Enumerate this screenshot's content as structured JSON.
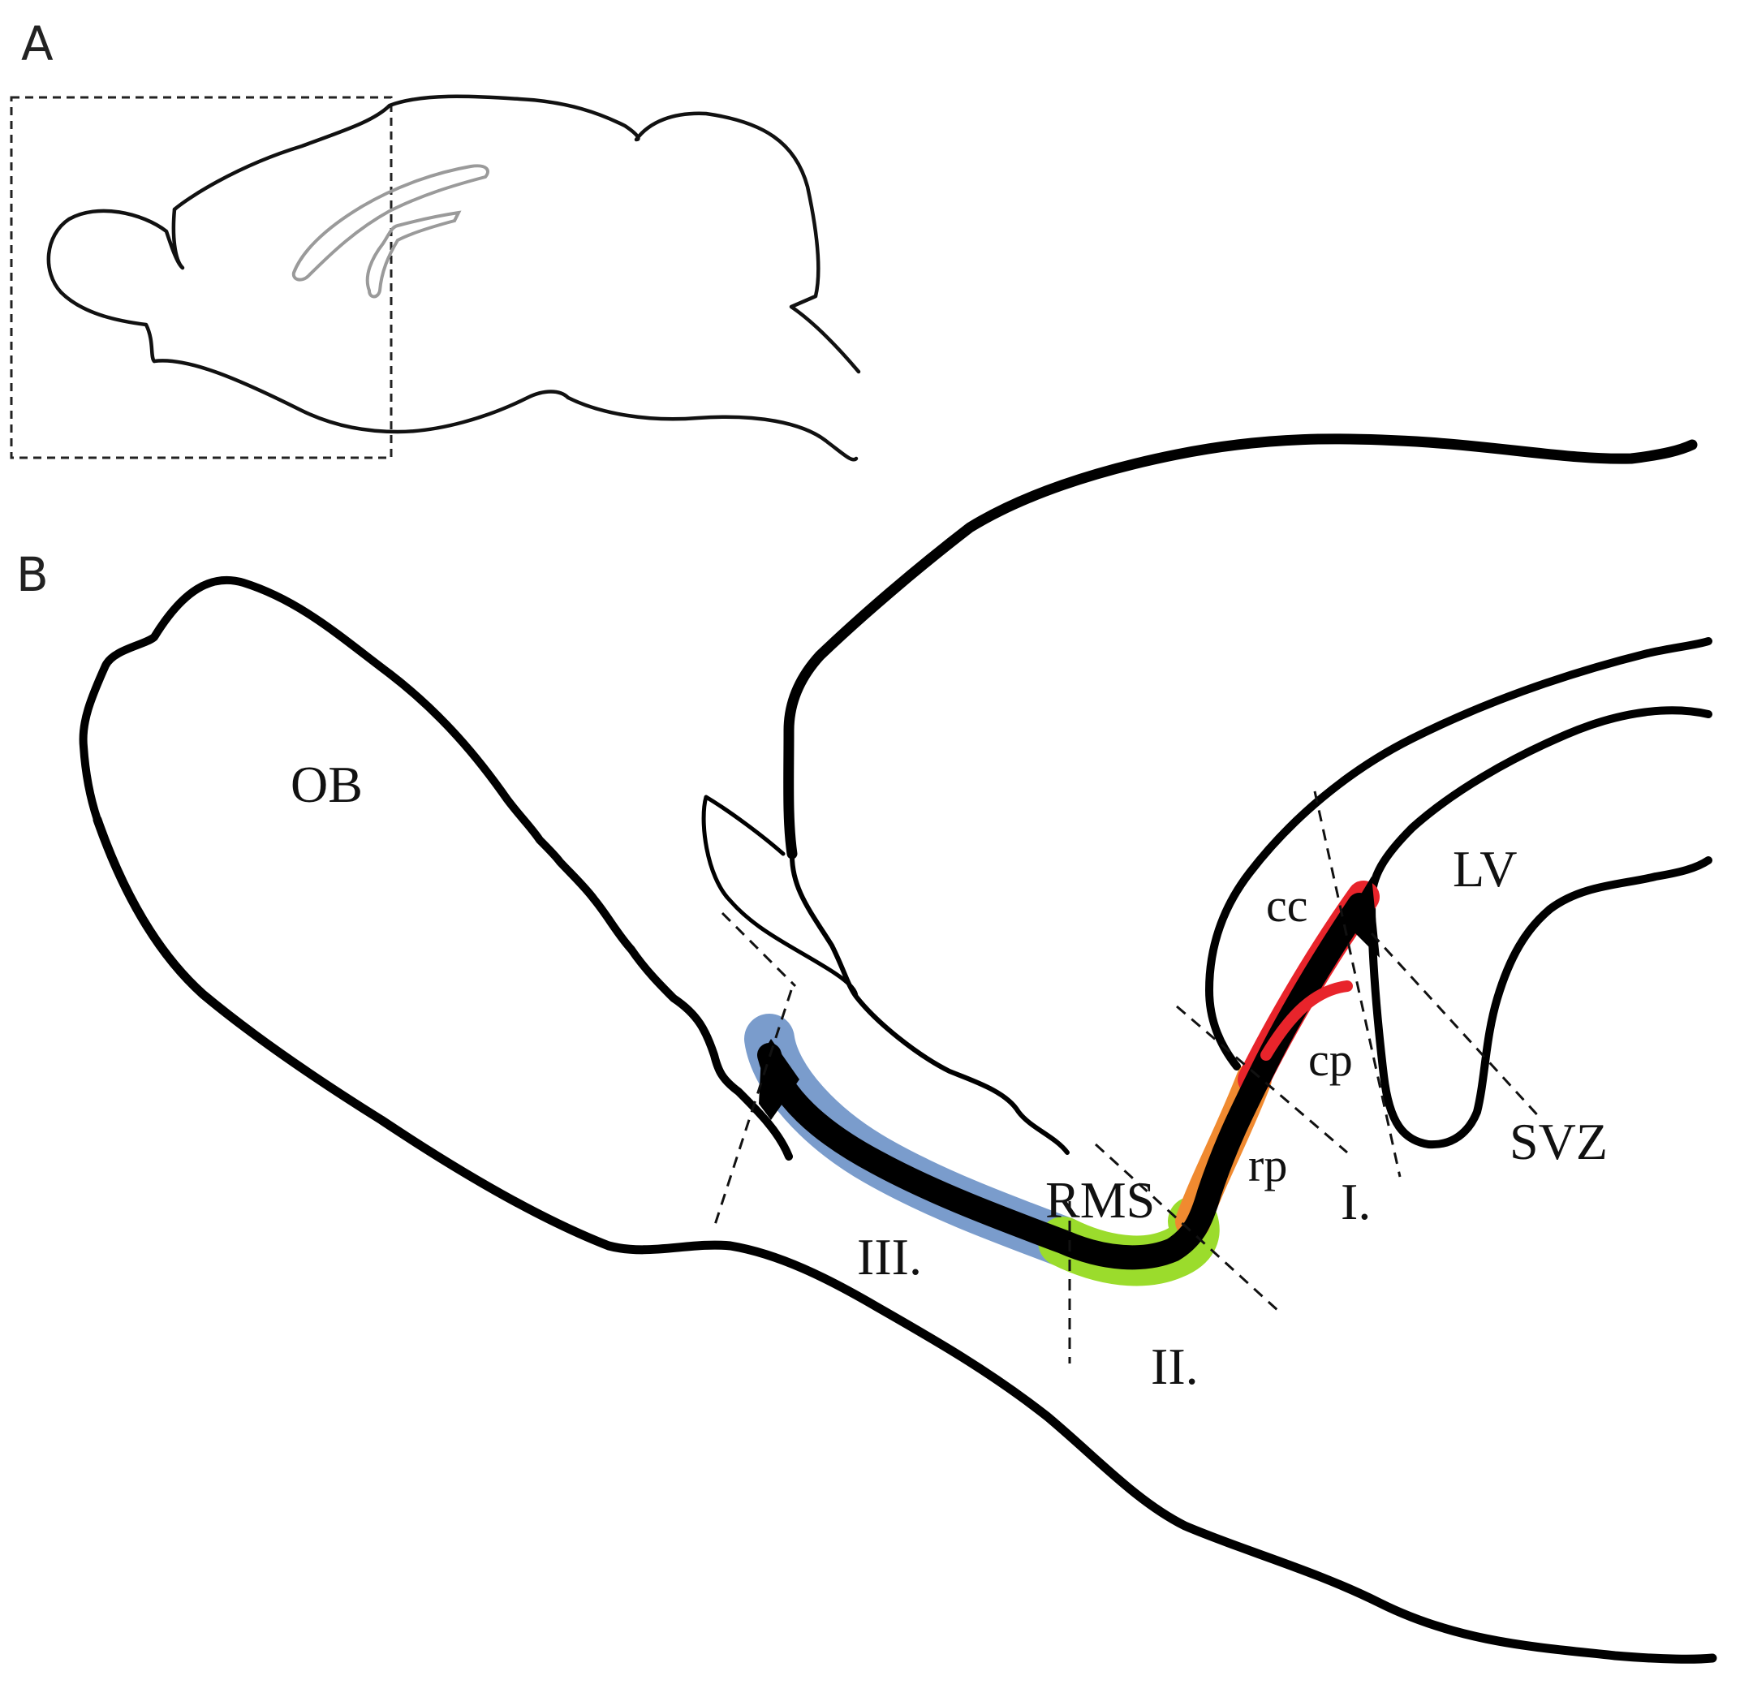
{
  "panels": {
    "a": "A",
    "b": "B"
  },
  "labels": {
    "ob": "OB",
    "lv": "LV",
    "cc": "cc",
    "cp": "cp",
    "rp": "rp",
    "rms": "RMS",
    "svz": "SVZ",
    "region_1": "I.",
    "region_2": "II.",
    "region_3": "III."
  },
  "colors": {
    "outline": "#000000",
    "inset_paths": "#9a9a9a",
    "segment_cc_cp": "#e8242b",
    "segment_rp": "#f08a30",
    "segment_rms_bend": "#9bdc2c",
    "segment_rms_ob": "#7a9ccc"
  }
}
